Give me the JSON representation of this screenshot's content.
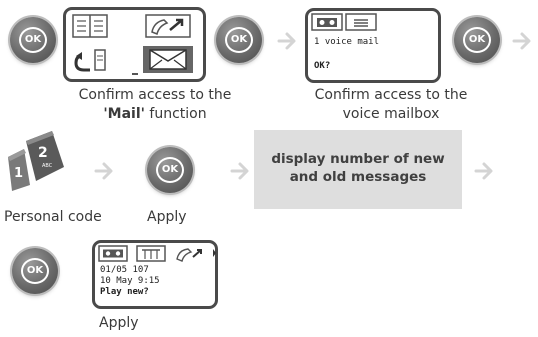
{
  "step1": {
    "ok_label": "OK",
    "caption_line1": "Confirm access to the",
    "caption_line2_prefix": "'",
    "caption_line2_bold": "'Mail'",
    "caption_line2_suffix": "function"
  },
  "step2": {
    "ok_label": "OK",
    "lcd_line1": "1 voice mail",
    "lcd_line2": "OK?",
    "caption_line1": "Confirm access to the",
    "caption_line2": "voice mailbox"
  },
  "step3": {
    "ok_label": "OK",
    "keypad_key1": "1",
    "keypad_key2": "2",
    "keypad_key2_sub": "ABC",
    "caption_personal": "Personal code",
    "caption_apply": "Apply",
    "graybox_line1": "display number of new",
    "graybox_line2": "and old messages"
  },
  "step4": {
    "ok_label": "OK",
    "lcd_line1": "01/05 107",
    "lcd_line2": "10 May 9:15",
    "lcd_line3": "Play new?",
    "caption_apply": "Apply"
  },
  "colors": {
    "ok_button": "#6a6a6a",
    "arrow": "#d4d4d4",
    "display_box": "#dedede",
    "screen_border": "#4a4a4a"
  }
}
